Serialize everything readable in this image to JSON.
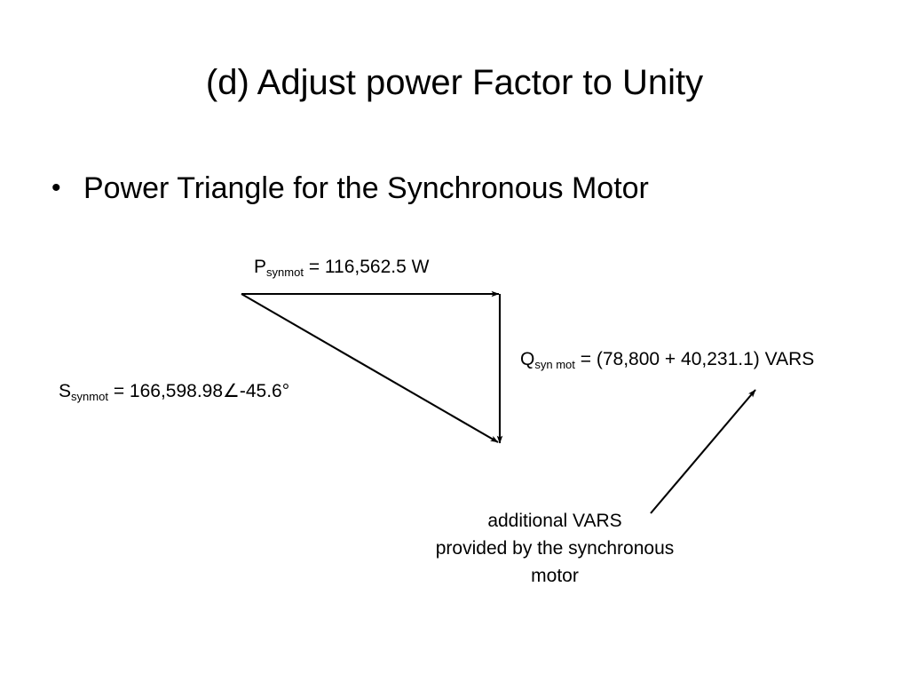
{
  "slide": {
    "title": "(d) Adjust power Factor to Unity",
    "background_color": "#ffffff",
    "text_color": "#000000",
    "bullet": {
      "marker": "•",
      "text": "Power Triangle for the Synchronous Motor"
    }
  },
  "diagram": {
    "name": "power-triangle",
    "stroke_color": "#000000",
    "real_power_label": {
      "symbol": "P",
      "subscript": "synmot",
      "equals": "=",
      "value": "116,562.5",
      "unit": "W",
      "full_text": "P_synmot = 116,562.5 W"
    },
    "reactive_power_label": {
      "symbol": "Q",
      "subscript": "syn mot",
      "equals": "=",
      "value": "(78,800 + 40,231.1)",
      "unit": "VARS",
      "full_text": "Q_syn mot = (78,800 + 40,231.1) VARS"
    },
    "apparent_power_label": {
      "symbol": "S",
      "subscript": "synmot",
      "equals": "=",
      "magnitude": "166,598.98",
      "angle_symbol": "∠",
      "angle": "-45.6°",
      "full_text": "S_synmot = 166,598.98∠-45.6°"
    },
    "annotation": {
      "line1": "additional VARS",
      "line2": "provided by the synchronous",
      "line3": "motor"
    }
  },
  "chart_data": {
    "type": "diagram",
    "title": "Power Triangle for the Synchronous Motor",
    "vertices": {
      "origin": [
        272,
        331
      ],
      "corner": [
        563,
        331
      ],
      "tip": [
        563,
        500
      ]
    },
    "vectors": [
      {
        "name": "P",
        "from": [
          272,
          331
        ],
        "to": [
          563,
          331
        ],
        "label": "P_synmot = 116,562.5 W",
        "arrow": true
      },
      {
        "name": "Q",
        "from": [
          563,
          331
        ],
        "to": [
          563,
          500
        ],
        "label": "Q_syn mot = (78,800 + 40,231.1) VARS",
        "arrow": true
      },
      {
        "name": "S",
        "from": [
          272,
          331
        ],
        "to": [
          563,
          500
        ],
        "label": "S_synmot = 166,598.98∠-45.6°",
        "arrow": true
      }
    ],
    "pointer": {
      "from": [
        733,
        578
      ],
      "to": [
        853,
        437
      ],
      "arrow": true,
      "label": "additional VARS provided by the synchronous motor"
    }
  }
}
